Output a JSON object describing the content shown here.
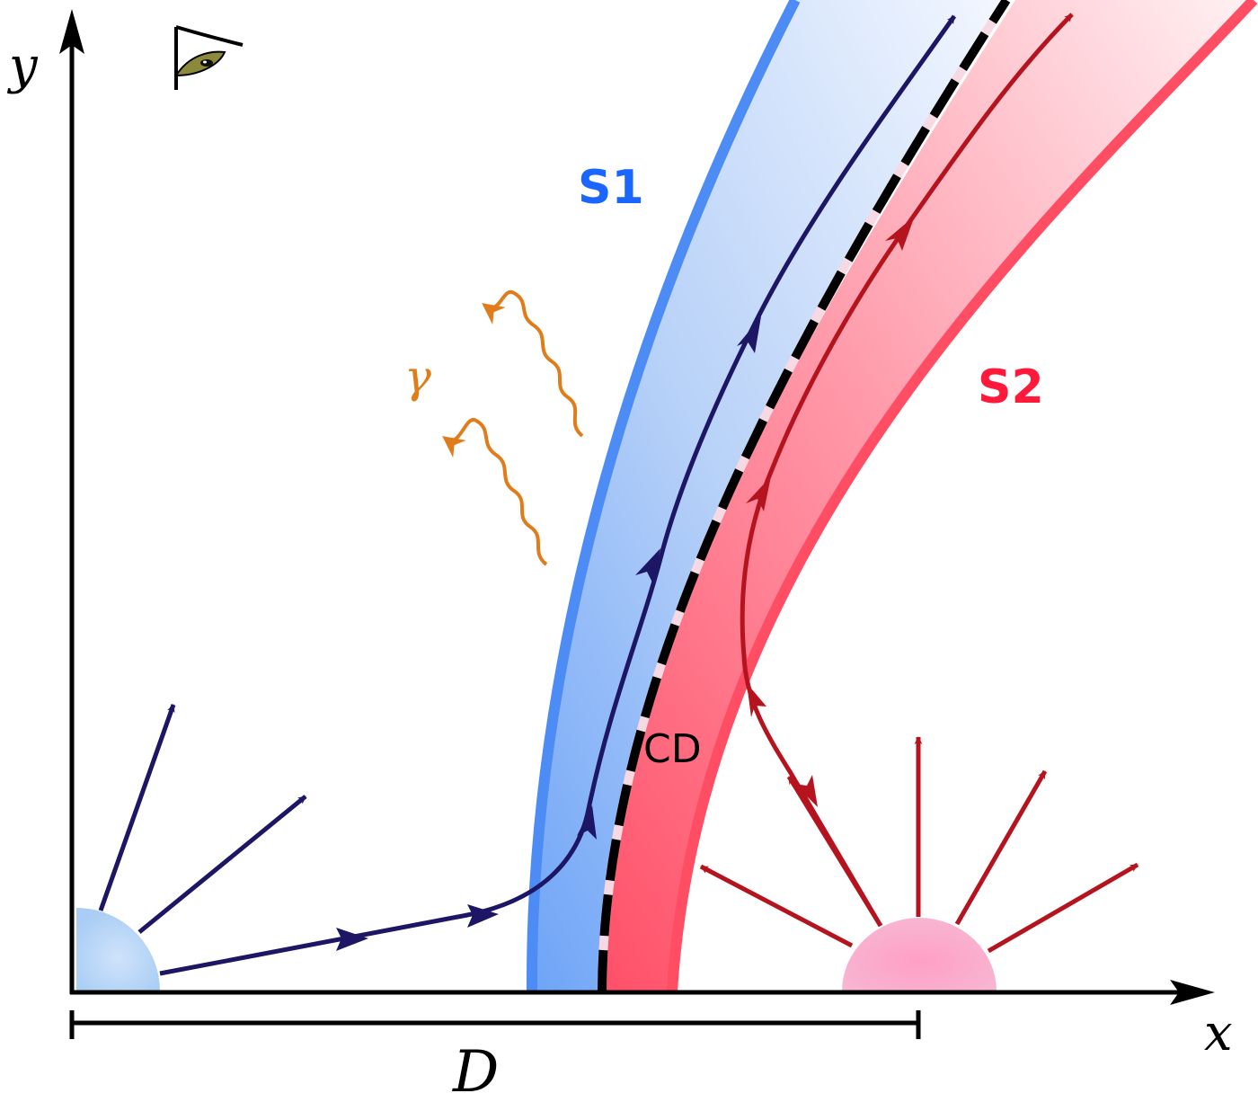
{
  "labels": {
    "x_axis": "x",
    "y_axis": "y",
    "distance": "D",
    "shock1": "S1",
    "shock2": "S2",
    "contact": "CD",
    "gamma": "γ"
  },
  "icons": {
    "observer": "eye-icon"
  },
  "colors": {
    "shock1": "#1a66ff",
    "shock1_edge": "#4d8cf5",
    "shock2": "#ff1a3c",
    "shock2_edge": "#ff4d63",
    "star1_flow": "#1d1665",
    "star2_flow": "#b5141f",
    "gamma": "#e07d1a",
    "axis": "#000000"
  }
}
